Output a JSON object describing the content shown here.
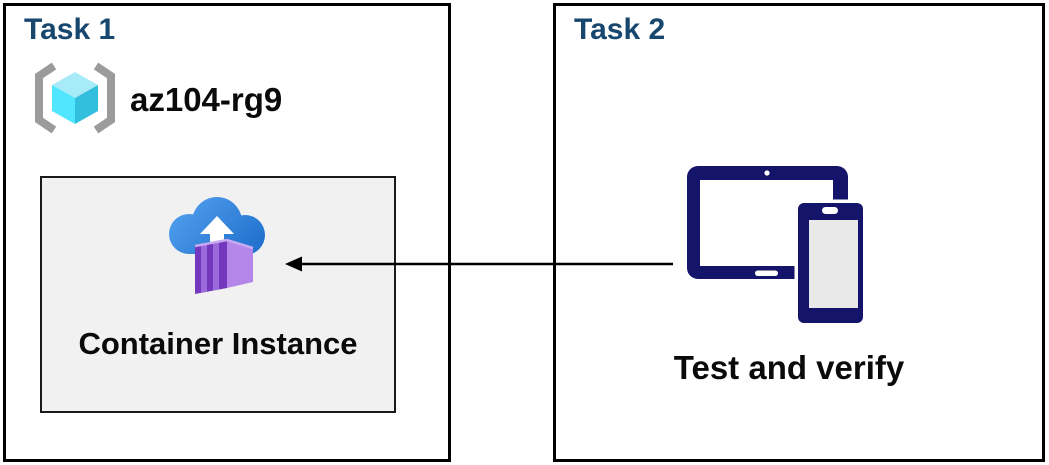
{
  "task1": {
    "title": "Task 1",
    "resource_group_name": "az104-rg9",
    "container_label": "Container Instance",
    "icons": [
      "resource-group-icon",
      "container-instances-icon"
    ]
  },
  "task2": {
    "title": "Task 2",
    "caption": "Test and verify",
    "icons": [
      "devices-icon"
    ]
  },
  "connector": {
    "type": "arrow",
    "direction": "right-to-left",
    "from": "task2-devices-icon",
    "to": "container-instance-box"
  },
  "colors": {
    "task_title": "#17466F",
    "box_border": "#000000",
    "container_box_bg": "#F1F1F1",
    "device_navy": "#14146B",
    "cloud_blue_start": "#4E9CEC",
    "cloud_blue_end": "#1767C6",
    "container_purple_front": "#7338BE",
    "container_purple_stripe": "#9C6ADB",
    "container_purple_side": "#B586EA",
    "container_purple_top": "#C7A9F2",
    "cube_top": "#A7EBF9",
    "cube_left": "#50E6FF",
    "cube_right": "#32BEDD",
    "bracket_gray": "#9B9B9B"
  }
}
